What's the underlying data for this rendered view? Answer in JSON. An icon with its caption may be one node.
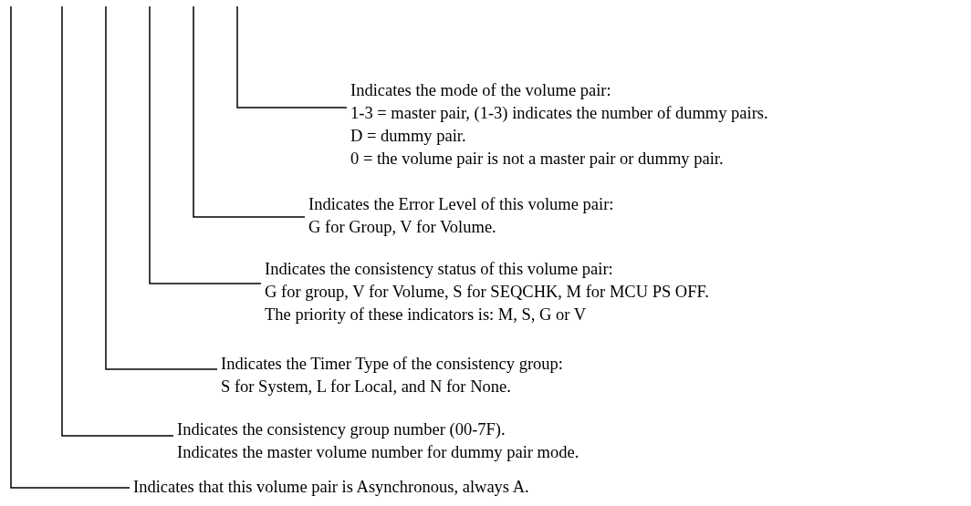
{
  "diagram": {
    "nodes": [
      {
        "text": [
          "Indicates the mode of the volume pair:",
          "1-3 = master pair, (1-3) indicates the number of dummy pairs.",
          "D = dummy pair.",
          "0 = the volume pair is not a master pair or dummy pair."
        ]
      },
      {
        "text": [
          "Indicates the Error Level of this volume pair:",
          "G for Group, V for Volume."
        ]
      },
      {
        "text": [
          "Indicates the consistency status of this volume pair:",
          "G for group, V for Volume, S for SEQCHK, M for MCU PS OFF.",
          "The priority of these indicators is: M, S, G or V"
        ]
      },
      {
        "text": [
          "Indicates the Timer Type of the consistency group:",
          "S for System, L for Local, and N for None."
        ]
      },
      {
        "text": [
          "Indicates the consistency group number (00-7F).",
          "Indicates the master volume number for dummy pair mode."
        ]
      },
      {
        "text": [
          "Indicates that this volume pair is Asynchronous, always A."
        ]
      }
    ],
    "edges": [
      {
        "from": 0,
        "to": null,
        "arrow": "none"
      },
      {
        "from": 1,
        "to": null,
        "arrow": "none"
      },
      {
        "from": 2,
        "to": null,
        "arrow": "none"
      },
      {
        "from": 3,
        "to": null,
        "arrow": "none"
      },
      {
        "from": 4,
        "to": null,
        "arrow": "none"
      },
      {
        "from": 5,
        "to": null,
        "arrow": "none"
      }
    ]
  }
}
